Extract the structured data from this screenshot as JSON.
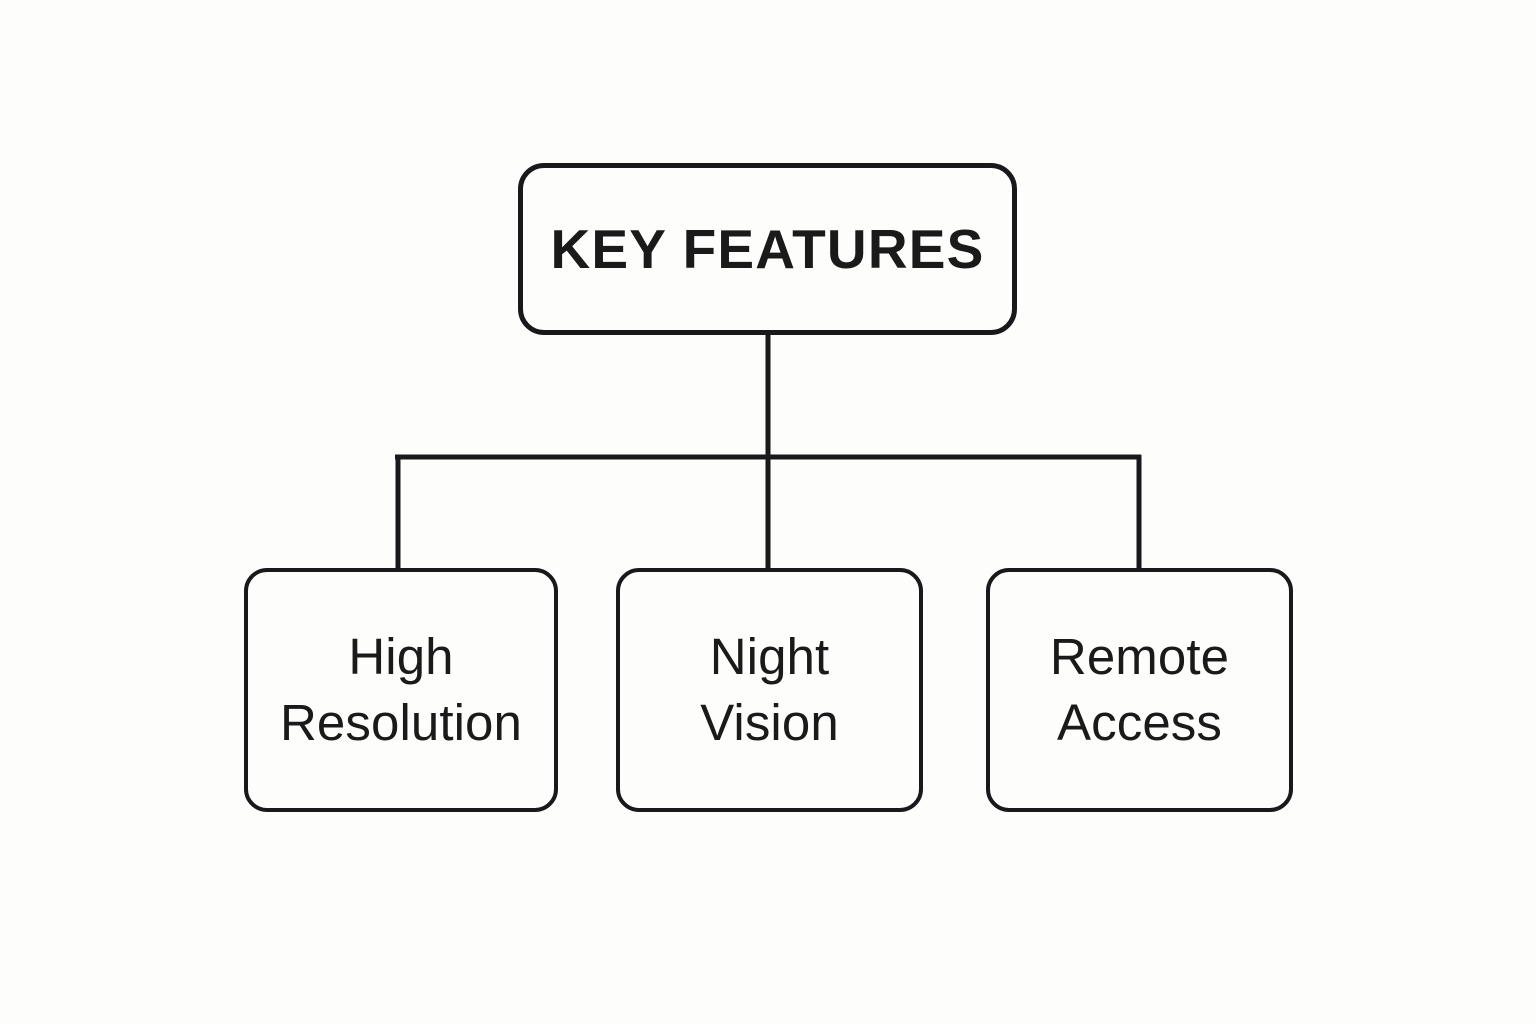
{
  "diagram": {
    "title": "Key Features hierarchy",
    "type": "tree",
    "background_color": "#FDFDFC",
    "stroke_color": "#19191B",
    "text_color": "#1A1A1A",
    "root": {
      "id": "key-features",
      "label": "KEY FEATURES",
      "style": "rounded-rectangle",
      "text_weight": "bold",
      "text_transform": "uppercase"
    },
    "children": [
      {
        "id": "high-resolution",
        "label": "High\nResolution",
        "line1": "High",
        "line2": "Resolution",
        "style": "rounded-rectangle",
        "text_weight": "regular"
      },
      {
        "id": "night-vision",
        "label": "Night\nVision",
        "line1": "Night",
        "line2": "Vision",
        "style": "rounded-rectangle",
        "text_weight": "regular"
      },
      {
        "id": "remote-access",
        "label": "Remote\nAccess",
        "line1": "Remote",
        "line2": "Access",
        "style": "rounded-rectangle",
        "text_weight": "regular"
      }
    ],
    "connectors": {
      "style": "orthogonal-bus",
      "description": "Vertical stem from root down to a horizontal bus, with three vertical drops to each child box."
    }
  }
}
